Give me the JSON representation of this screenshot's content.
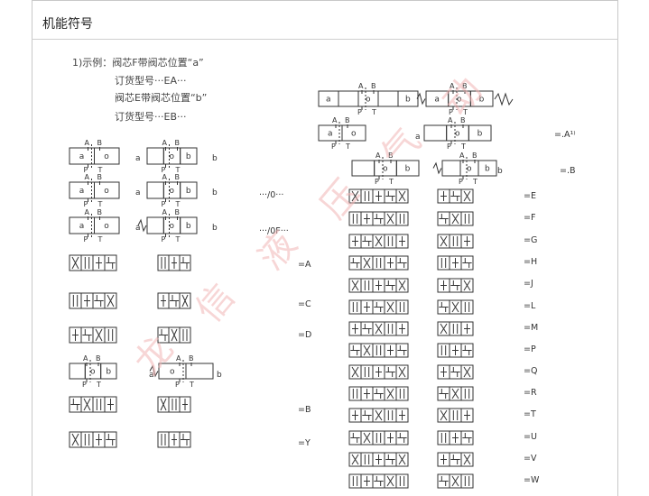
{
  "header": {
    "title": "机能符号"
  },
  "example": {
    "line1": "1)示例：阀芯F带阀芯位置“a”",
    "line2": "订货型号···EA···",
    "line3": "阀芯E带阀芯位置“b”",
    "line4": "订货型号···EB···"
  },
  "left_codes": [
    "···/0···",
    "···/0F···"
  ],
  "mid_codes": [
    "=A",
    "=C",
    "=D",
    "=B",
    "=Y"
  ],
  "right_codes": [
    "=E",
    "=F",
    "=G",
    "=H",
    "=J",
    "=L",
    "=M",
    "=P",
    "=Q",
    "=R",
    "=T",
    "=U",
    "=V",
    "=W"
  ],
  "top_codes": [
    "=.A¹⁾",
    "=.B"
  ],
  "port_labels": {
    "a": "a",
    "b": "b",
    "o": "o",
    "A": "A",
    "B": "B",
    "P": "P",
    "T": "T"
  },
  "watermark": "龙信液压气动"
}
